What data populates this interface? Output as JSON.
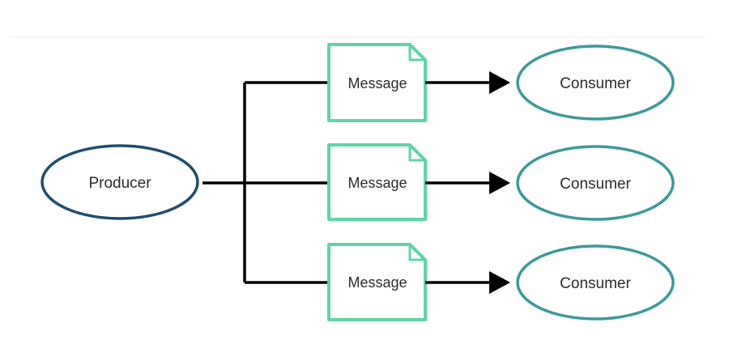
{
  "producer": {
    "label": "Producer",
    "stroke": "#1f4e6e"
  },
  "messages": [
    {
      "label": "Message"
    },
    {
      "label": "Message"
    },
    {
      "label": "Message"
    }
  ],
  "consumers": [
    {
      "label": "Consumer"
    },
    {
      "label": "Consumer"
    },
    {
      "label": "Consumer"
    }
  ],
  "colors": {
    "message_border": "#5cd6a4",
    "consumer_border": "#3a9a9a",
    "connector": "#000000",
    "top_rule": "#e6e6e6"
  }
}
